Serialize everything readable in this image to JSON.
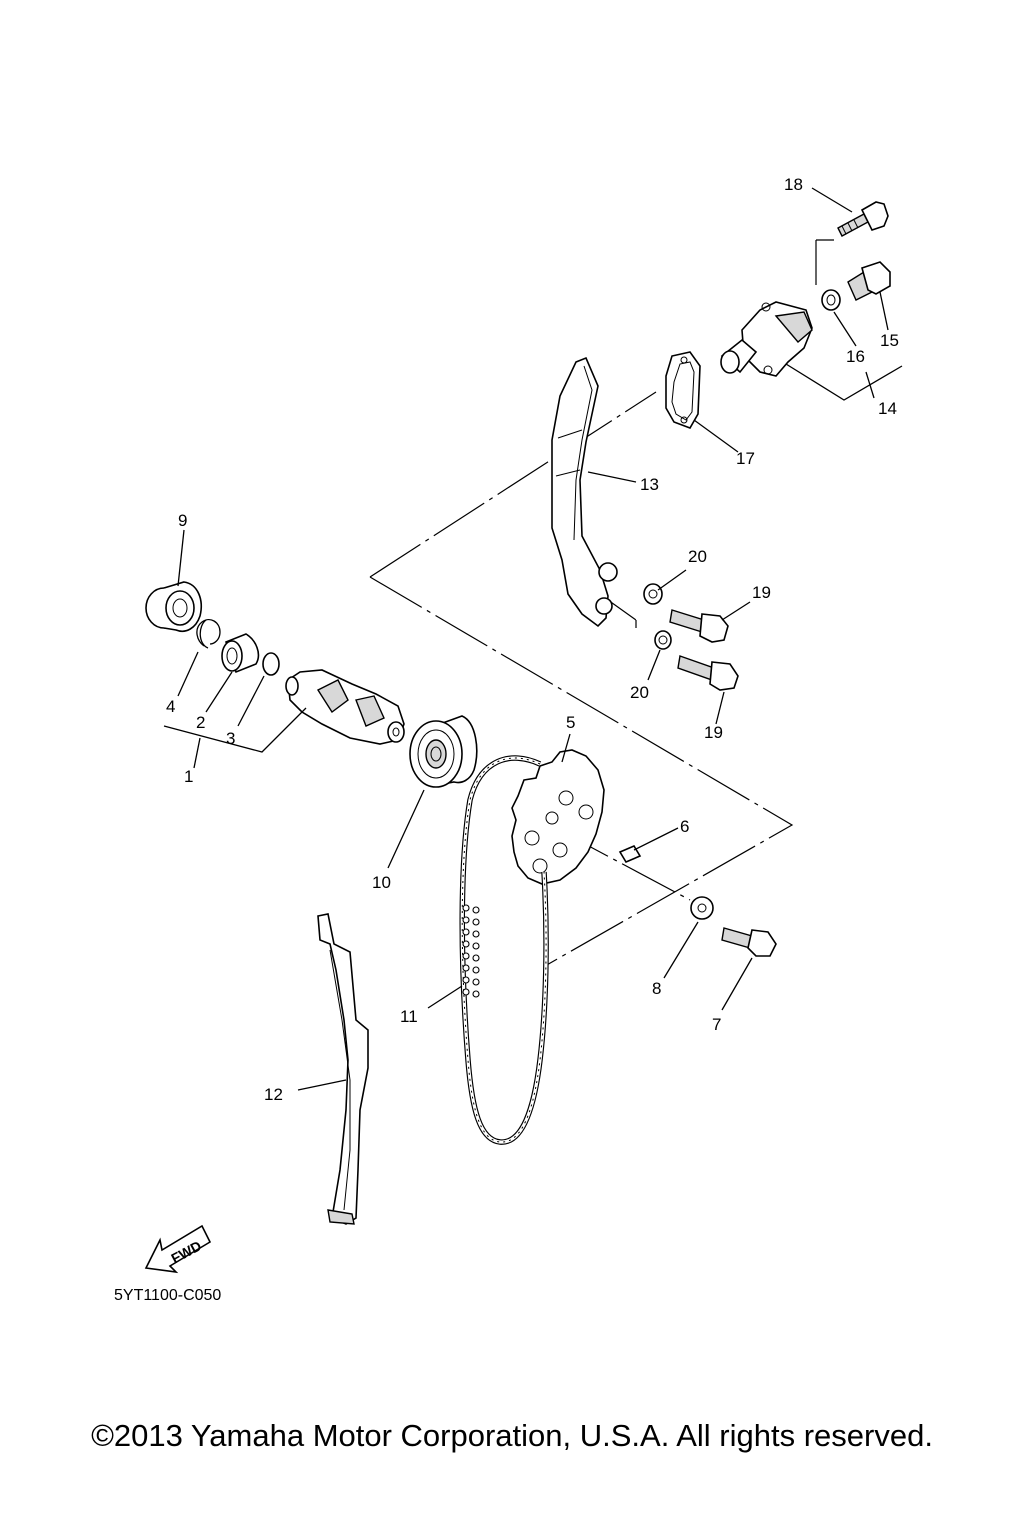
{
  "diagram": {
    "part_labels": {
      "p1": "1",
      "p2": "2",
      "p3": "3",
      "p4": "4",
      "p5": "5",
      "p6": "6",
      "p7": "7",
      "p8": "8",
      "p9": "9",
      "p10": "10",
      "p11": "11",
      "p12": "12",
      "p13": "13",
      "p14": "14",
      "p15": "15",
      "p16": "16",
      "p17": "17",
      "p18": "18",
      "p19a": "19",
      "p19b": "19",
      "p20a": "20",
      "p20b": "20"
    },
    "fwd_label": "FWD",
    "drawing_code": "5YT1100-C050"
  },
  "footer": {
    "copyright": "©2013 Yamaha Motor Corporation, U.S.A. All rights reserved."
  }
}
